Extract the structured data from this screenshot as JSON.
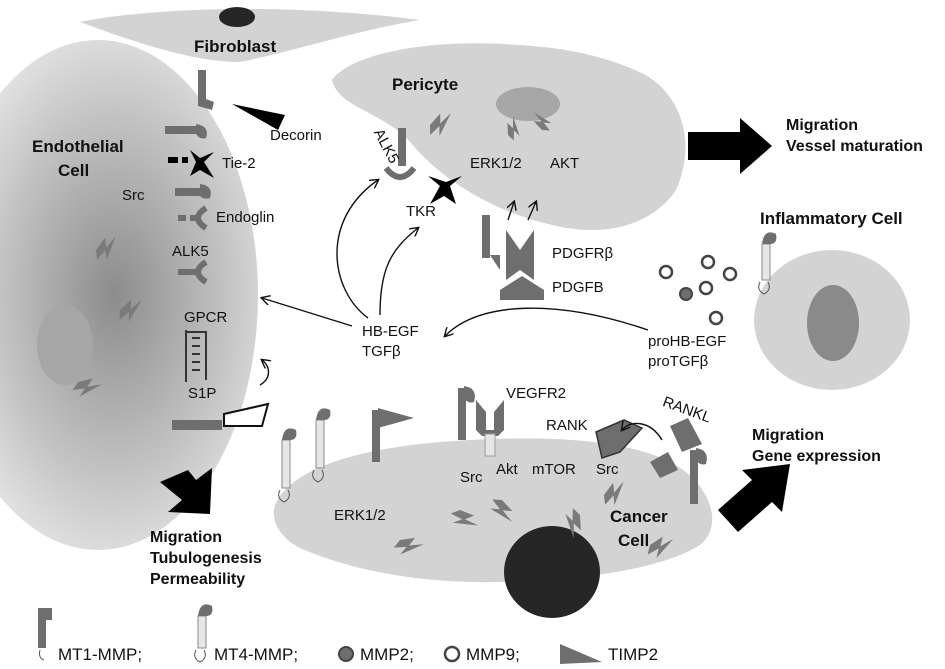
{
  "cells": {
    "fibroblast": "Fibroblast",
    "pericyte": "Pericyte",
    "endothelial_line1": "Endothelial",
    "endothelial_line2": "Cell",
    "inflammatory": "Inflammatory Cell",
    "cancer_line1": "Cancer",
    "cancer_line2": "Cell"
  },
  "labels": {
    "decorin": "Decorin",
    "tie2": "Tie-2",
    "src_endo": "Src",
    "endoglin": "Endoglin",
    "alk5_endo": "ALK5",
    "gpcr": "GPCR",
    "s1p": "S1P",
    "alk5_peri": "ALK5",
    "tkr": "TKR",
    "erk_peri": "ERK1/2",
    "akt_peri": "AKT",
    "pdgfrb": "PDGFRβ",
    "pdgfb": "PDGFB",
    "hbegf": "HB-EGF",
    "tgfb": "TGFβ",
    "prohbegf": "proHB-EGF",
    "protgfb": "proTGFβ",
    "vegfr2": "VEGFR2",
    "rank": "RANK",
    "rankl": "RANKL",
    "src_cancer1": "Src",
    "akt_cancer": "Akt",
    "mtor": "mTOR",
    "src_cancer2": "Src",
    "erk_cancer": "ERK1/2"
  },
  "outcomes": {
    "pericyte": [
      "Migration",
      "Vessel maturation"
    ],
    "cancer": [
      "Migration",
      "Gene expression"
    ],
    "endothelial": [
      "Migration",
      "Tubulogenesis",
      "Permeability"
    ]
  },
  "legend": [
    {
      "label": "MT1-MMP;",
      "icon": "mt1-mmp-icon"
    },
    {
      "label": "MT4-MMP;",
      "icon": "mt4-mmp-icon"
    },
    {
      "label": "MMP2;",
      "icon": "mmp2-icon"
    },
    {
      "label": "MMP9;",
      "icon": "mmp9-icon"
    },
    {
      "label": "TIMP2",
      "icon": "timp2-icon"
    }
  ],
  "colors": {
    "cell_fill": "#d3d3d3",
    "nucleus_light": "#a6a6a6",
    "nucleus_dark": "#262626",
    "receptor": "#6e6e6e",
    "black": "#000000"
  }
}
